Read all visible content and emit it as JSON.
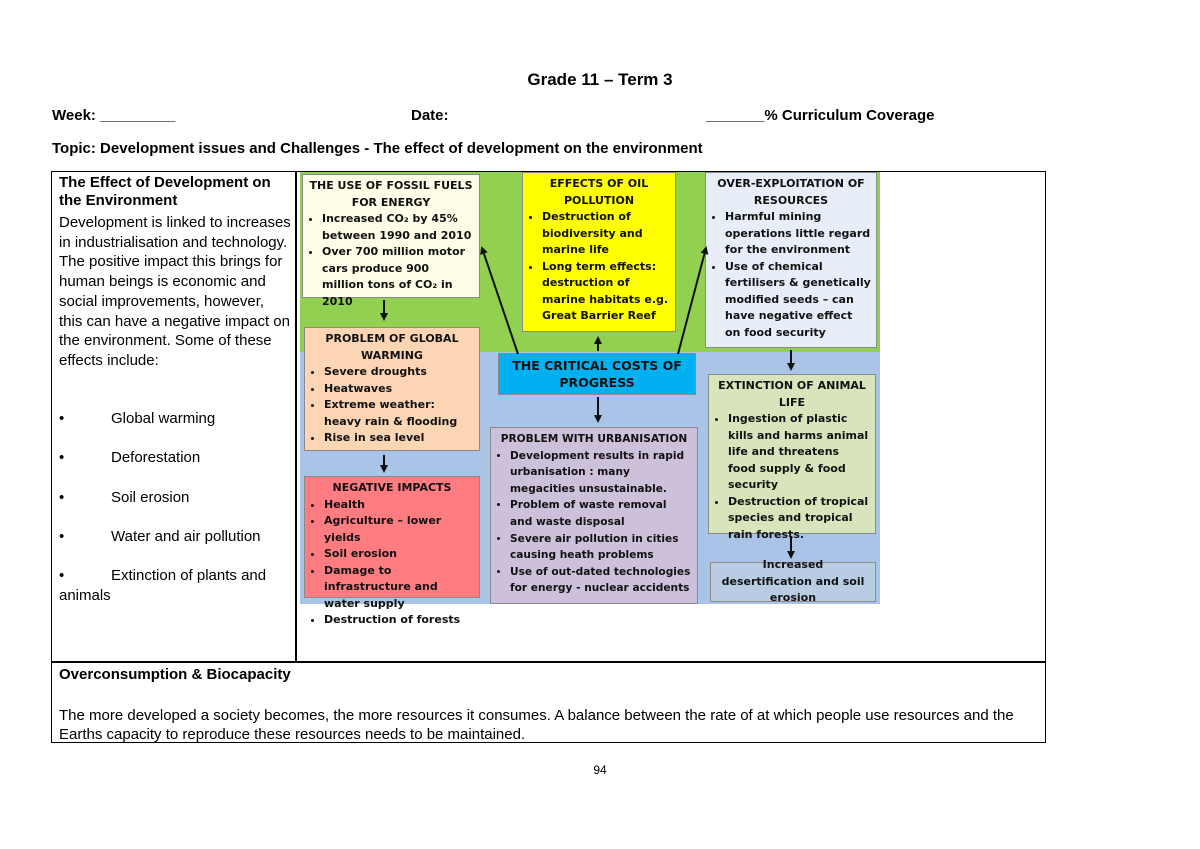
{
  "header": {
    "title": "Grade 11 – Term 3",
    "week": "Week: _________",
    "date": "Date:",
    "coverage": "_______% Curriculum Coverage",
    "topic": "Topic: Development issues and Challenges - The effect of development on the environment"
  },
  "left": {
    "heading": "The Effect of Development on the Environment",
    "text": "Development is linked to increases in industrialisation and technology. The positive impact this brings for human beings is economic and social improvements, however, this can have a negative impact on the environment. Some of these effects include:",
    "bullets": [
      "Global warming",
      "Deforestation",
      "Soil erosion",
      "Water and air pollution",
      "Extinction of plants and animals"
    ]
  },
  "diagram": {
    "colors": {
      "green": "#92d050",
      "blue": "#a9c4e6",
      "yellow": "#ffff00",
      "cyan": "#00b0f0",
      "orange": "#fcd5b4",
      "red": "#ff7c80",
      "lavender": "#ccc0da",
      "lightgreen": "#d8e4bc",
      "lightblue": "#b8cce4",
      "cream": "#fdfde8",
      "paleblue": "#e7eef8"
    },
    "fossil": {
      "title": "THE USE OF FOSSIL FUELS FOR ENERGY",
      "items": [
        "Increased CO₂ by 45% between 1990 and 2010",
        "Over 700 million motor cars produce 900 million tons of CO₂ in 2010"
      ]
    },
    "oil": {
      "title": "EFFECTS OF OIL POLLUTION",
      "items": [
        "Destruction of biodiversity and marine life",
        "Long term effects: destruction of marine habitats e.g. Great Barrier Reef"
      ]
    },
    "overexploit": {
      "title": "OVER-EXPLOITATION OF RESOURCES",
      "items": [
        "Harmful mining operations little regard for the environment",
        "Use of chemical fertilisers & genetically modified seeds – can have negative effect on food security"
      ]
    },
    "warming": {
      "title": "PROBLEM OF GLOBAL WARMING",
      "items": [
        "Severe droughts",
        "Heatwaves",
        "Extreme weather: heavy rain & flooding",
        "Rise in sea level"
      ]
    },
    "critical": {
      "title": "THE CRITICAL COSTS OF PROGRESS"
    },
    "extinction": {
      "title": "EXTINCTION OF ANIMAL LIFE",
      "items": [
        "Ingestion of plastic kills and harms animal life and threatens food supply & food security",
        "Destruction of tropical species and tropical rain forests."
      ]
    },
    "negative": {
      "title": "NEGATIVE IMPACTS",
      "items": [
        "Health",
        "Agriculture – lower yields",
        "Soil erosion",
        "Damage to infrastructure and water supply",
        "Destruction of forests"
      ]
    },
    "urban": {
      "title": "PROBLEM WITH URBANISATION",
      "items": [
        "Development results in rapid urbanisation : many megacities unsustainable.",
        "Problem of waste removal and waste disposal",
        "Severe air pollution in cities causing heath problems",
        "Use of out-dated technologies for energy - nuclear accidents"
      ]
    },
    "desert": {
      "title": "Increased desertification and soil erosion"
    }
  },
  "bottom": {
    "heading": "Overconsumption & Biocapacity",
    "text": "The more developed a society becomes, the more resources it consumes. A balance between the rate of at which people use resources and the Earths capacity to reproduce these resources needs to be maintained."
  },
  "page_number": "94"
}
